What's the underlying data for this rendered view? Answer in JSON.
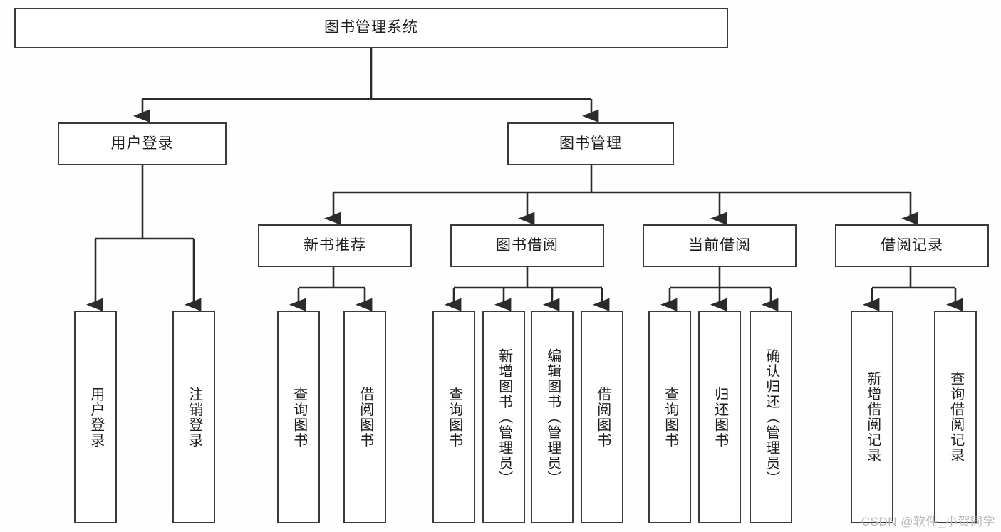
{
  "diagram": {
    "type": "tree",
    "title": "图书管理系统",
    "orientation": "top-down",
    "colors": {
      "border": "#3a3a3a",
      "fill": "#ffffff",
      "text": "#1d1d1d",
      "background": "#fefefe",
      "watermark": "#b9b9b9"
    },
    "root": {
      "label": "图书管理系统"
    },
    "level2": [
      {
        "label": "用户登录"
      },
      {
        "label": "图书管理"
      }
    ],
    "level3": [
      {
        "label": "新书推荐"
      },
      {
        "label": "图书借阅"
      },
      {
        "label": "当前借阅"
      },
      {
        "label": "借阅记录"
      }
    ],
    "leaves": [
      {
        "label": "用户登录",
        "parent": "用户登录"
      },
      {
        "label": "注销登录",
        "parent": "用户登录"
      },
      {
        "label": "查询图书",
        "parent": "新书推荐"
      },
      {
        "label": "借阅图书",
        "parent": "新书推荐"
      },
      {
        "label": "查询图书",
        "parent": "图书借阅"
      },
      {
        "label": "新增图书（管理员）",
        "parent": "图书借阅"
      },
      {
        "label": "编辑图书（管理员）",
        "parent": "图书借阅"
      },
      {
        "label": "借阅图书",
        "parent": "图书借阅"
      },
      {
        "label": "查询图书",
        "parent": "当前借阅"
      },
      {
        "label": "归还图书",
        "parent": "当前借阅"
      },
      {
        "label": "确认归还（管理员）",
        "parent": "当前借阅"
      },
      {
        "label": "新增借阅记录",
        "parent": "借阅记录"
      },
      {
        "label": "查询借阅记录",
        "parent": "借阅记录"
      }
    ]
  },
  "watermark": {
    "text": "CSDN @软件_小贺同学"
  }
}
